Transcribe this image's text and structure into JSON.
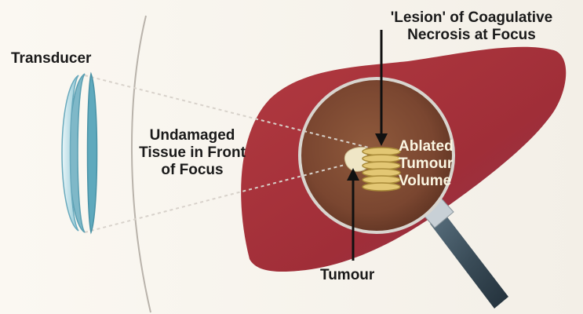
{
  "labels": {
    "transducer": "Transducer",
    "undamaged_tissue": [
      "Undamaged",
      "Tissue in Front",
      "of Focus"
    ],
    "lesion": [
      "'Lesion' of Coagulative",
      "Necrosis at Focus"
    ],
    "ablated_volume": [
      "Ablated",
      "Tumour",
      "Volume"
    ],
    "tumour": "Tumour"
  },
  "colors": {
    "background": "#f6f2ea",
    "liver": "#a8343d",
    "magnifier_lens": "#7e4a33",
    "tumour": "#efe6c6",
    "lesion": "#e3c774",
    "transducer": "#9fd0dc",
    "arrow": "#111111"
  }
}
